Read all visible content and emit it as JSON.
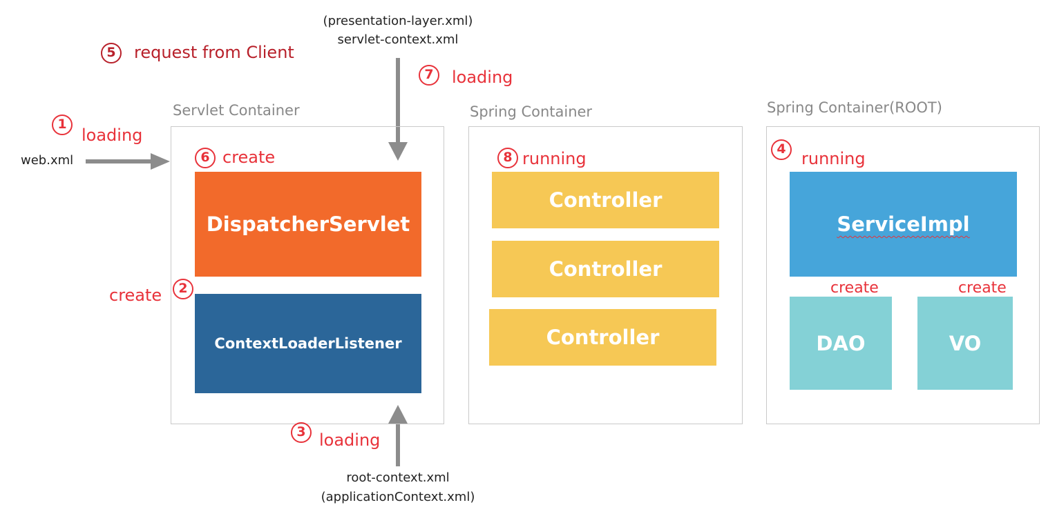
{
  "files": {
    "presentation_layer": "(presentation-layer.xml)",
    "servlet_context": "servlet-context.xml",
    "web_xml": "web.xml",
    "root_context": "root-context.xml",
    "application_context": "(applicationContext.xml)"
  },
  "containers": {
    "servlet": {
      "title": "Servlet Container"
    },
    "spring": {
      "title": "Spring Container"
    },
    "root": {
      "title": "Spring Container(ROOT)"
    }
  },
  "blocks": {
    "dispatcher_servlet": "DispatcherServlet",
    "context_loader_listener": "ContextLoaderListener",
    "controllers": [
      "Controller",
      "Controller",
      "Controller"
    ],
    "service_impl": "ServiceImpl",
    "dao": "DAO",
    "vo": "VO"
  },
  "steps": [
    {
      "number": "1",
      "label": "loading"
    },
    {
      "number": "2",
      "label": "create"
    },
    {
      "number": "3",
      "label": "loading"
    },
    {
      "number": "4",
      "label": "running"
    },
    {
      "number": "5",
      "label": "request from Client"
    },
    {
      "number": "6",
      "label": "create"
    },
    {
      "number": "7",
      "label": "loading"
    },
    {
      "number": "8",
      "label": "running"
    }
  ],
  "annotations": {
    "dao_create": "create",
    "vo_create": "create"
  },
  "colors": {
    "dispatcher_servlet": "#f26a2b",
    "context_loader_listener": "#2b6699",
    "controller": "#f6c855",
    "service_impl": "#46a5da",
    "dao_vo": "#84d1d6",
    "annotation": "#e8323a",
    "arrow": "#8c8c8c",
    "container_border": "#c9c9c9"
  }
}
